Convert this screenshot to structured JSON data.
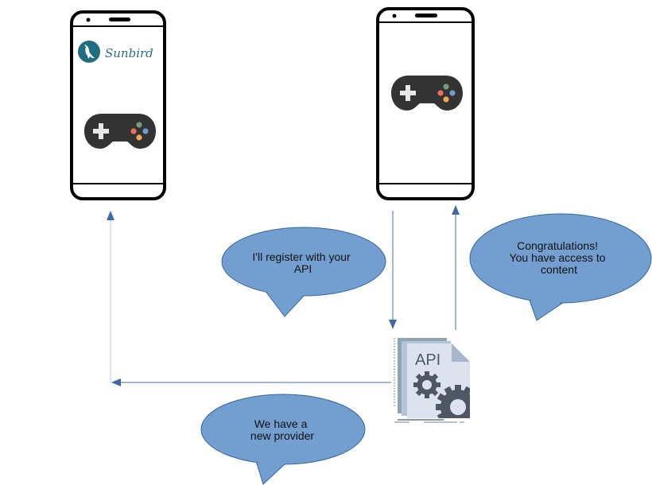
{
  "diagram": {
    "left_phone": {
      "brand_name": "Sunbird",
      "content_icon": "gamepad-icon"
    },
    "right_phone": {
      "content_icon": "gamepad-icon"
    },
    "api_document": {
      "label": "API",
      "icon": "api-document-gear-icon"
    },
    "bubbles": {
      "register": {
        "lines": [
          "I'll register with your",
          "API"
        ]
      },
      "access": {
        "lines": [
          "Congratulations!",
          "You have access to",
          "content"
        ]
      },
      "provider": {
        "lines": [
          "We have a",
          "new provider"
        ]
      }
    },
    "colors": {
      "bubble_fill": "#729fcf",
      "bubble_stroke": "#3465a4",
      "arrow": "#4a6fa5",
      "arrow_light": "#b4c7dc",
      "phone_frame": "#000000",
      "gamepad_body": "#333333",
      "gamepad_dpad": "#e8e8e8",
      "button_green": "#7a9a7e",
      "button_red": "#e8705a",
      "button_blue": "#6a9fcf",
      "button_yellow": "#f0a850",
      "logo_teal": "#216e80",
      "api_page": "#dde3ee",
      "api_shadow": "#8ea5b8",
      "gear": "#4d5766"
    }
  }
}
